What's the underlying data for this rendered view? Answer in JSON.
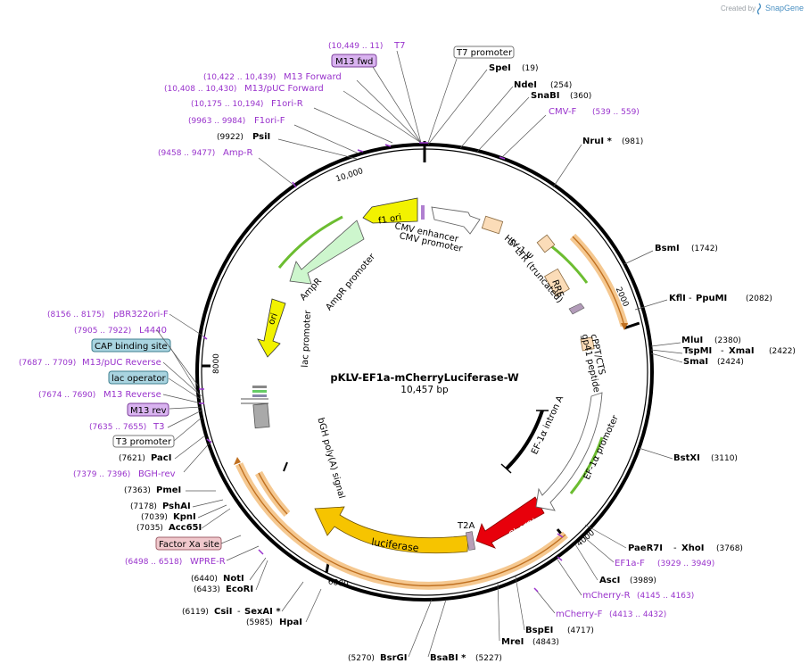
{
  "credit": {
    "prefix": "Created by",
    "brand": "SnapGene"
  },
  "plasmid": {
    "name": "pKLV-EF1a-mCherryLuciferase-W",
    "size_label": "10,457 bp",
    "length": 10457,
    "ticks": [
      "2000",
      "4000",
      "6000",
      "8000",
      "10,000"
    ]
  },
  "enzymes": [
    {
      "name": "SpeI",
      "pos": "(19)"
    },
    {
      "name": "NdeI",
      "pos": "(254)"
    },
    {
      "name": "SnaBI",
      "pos": "(360)"
    },
    {
      "name": "NruI *",
      "pos": "(981)"
    },
    {
      "name": "BsmI",
      "pos": "(1742)"
    },
    {
      "name": "KflI",
      "name2": "PpuMI",
      "pos": "(2082)"
    },
    {
      "name": "MluI",
      "pos": "(2380)"
    },
    {
      "name": "TspMI",
      "name2": "XmaI",
      "pos": "(2422)"
    },
    {
      "name": "SmaI",
      "pos": "(2424)"
    },
    {
      "name": "BstXI",
      "pos": "(3110)"
    },
    {
      "name": "PaeR7I",
      "name2": "XhoI",
      "pos": "(3768)"
    },
    {
      "name": "AscI",
      "pos": "(3989)"
    },
    {
      "name": "BspEI",
      "pos": "(4717)"
    },
    {
      "name": "MreI",
      "pos": "(4843)"
    },
    {
      "name": "BsaBI *",
      "pos": "(5227)"
    },
    {
      "name": "BsrGI",
      "pos": "(5270)"
    },
    {
      "name": "HpaI",
      "pos": "(5985)"
    },
    {
      "name": "CsiI",
      "name2": "SexAI *",
      "pos": "(6119)"
    },
    {
      "name": "EcoRI",
      "pos": "(6433)"
    },
    {
      "name": "NotI",
      "pos": "(6440)"
    },
    {
      "name": "Acc65I",
      "pos": "(7035)"
    },
    {
      "name": "KpnI",
      "pos": "(7039)"
    },
    {
      "name": "PshAI",
      "pos": "(7178)"
    },
    {
      "name": "PmeI",
      "pos": "(7363)"
    },
    {
      "name": "PacI",
      "pos": "(7621)"
    },
    {
      "name": "PsiI",
      "pos": "(9922)"
    }
  ],
  "primers": [
    {
      "name": "T7",
      "pos": "(10,449 .. 11)"
    },
    {
      "name": "M13 Forward",
      "pos": "(10,422 .. 10,439)"
    },
    {
      "name": "M13/pUC Forward",
      "pos": "(10,408 .. 10,430)"
    },
    {
      "name": "F1ori-R",
      "pos": "(10,175 .. 10,194)"
    },
    {
      "name": "F1ori-F",
      "pos": "(9963 .. 9984)"
    },
    {
      "name": "Amp-R",
      "pos": "(9458 .. 9477)"
    },
    {
      "name": "CMV-F",
      "pos": "(539 .. 559)"
    },
    {
      "name": "pBR322ori-F",
      "pos": "(8156 .. 8175)"
    },
    {
      "name": "L4440",
      "pos": "(7905 .. 7922)"
    },
    {
      "name": "M13/pUC Reverse",
      "pos": "(7687 .. 7709)"
    },
    {
      "name": "M13 Reverse",
      "pos": "(7674 .. 7690)"
    },
    {
      "name": "T3",
      "pos": "(7635 .. 7655)"
    },
    {
      "name": "BGH-rev",
      "pos": "(7379 .. 7396)"
    },
    {
      "name": "WPRE-R",
      "pos": "(6498 .. 6518)"
    },
    {
      "name": "EF1a-F",
      "pos": "(3929 .. 3949)"
    },
    {
      "name": "mCherry-R",
      "pos": "(4145 .. 4163)"
    },
    {
      "name": "mCherry-F",
      "pos": "(4413 .. 4432)"
    }
  ],
  "boxed_labels": [
    {
      "text": "T7 promoter",
      "fill": "#ffffff",
      "stroke": "#777777"
    },
    {
      "text": "M13 fwd",
      "fill": "#d9b3f0",
      "stroke": "#7a3d99"
    },
    {
      "text": "CAP binding site",
      "fill": "#a9d4e0",
      "stroke": "#3f7f8f"
    },
    {
      "text": "lac operator",
      "fill": "#a9d4e0",
      "stroke": "#3f7f8f"
    },
    {
      "text": "M13 rev",
      "fill": "#d9b3f0",
      "stroke": "#7a3d99"
    },
    {
      "text": "T3 promoter",
      "fill": "#ffffff",
      "stroke": "#777777"
    },
    {
      "text": "Factor Xa site",
      "fill": "#f0c8cc",
      "stroke": "#a0606a"
    }
  ],
  "features": [
    {
      "label": "f1 ori"
    },
    {
      "label": "AmpR"
    },
    {
      "label": "AmpR promoter"
    },
    {
      "label": "ori"
    },
    {
      "label": "lac promoter"
    },
    {
      "label": "bGH poly(A) signal"
    },
    {
      "label": "luciferase"
    },
    {
      "label": "T2A"
    },
    {
      "label": "mCherry"
    },
    {
      "label": "EF-1α promoter"
    },
    {
      "label": "EF-1α intron A"
    },
    {
      "label": "cPPT/CTS"
    },
    {
      "label": "gp41 peptide"
    },
    {
      "label": "RRE"
    },
    {
      "label": "HIV-1 Ψ"
    },
    {
      "label": "5' LTR (truncated)"
    },
    {
      "label": "CMV enhancer"
    },
    {
      "label": "CMV promoter"
    }
  ],
  "colors": {
    "enzyme_text": "#000000",
    "position_text": "#222222",
    "primer_text": "#9933cc",
    "backbone": "#000000",
    "luciferase": "#f6c400",
    "mcherry": "#e8000b",
    "ampr": "#cdf6cd",
    "f1ori": "#f2f200",
    "ori": "#f2f200",
    "ltr": "#fbdcb8",
    "orf_outline": "#f5c890",
    "orf_green": "#6cbd31"
  }
}
